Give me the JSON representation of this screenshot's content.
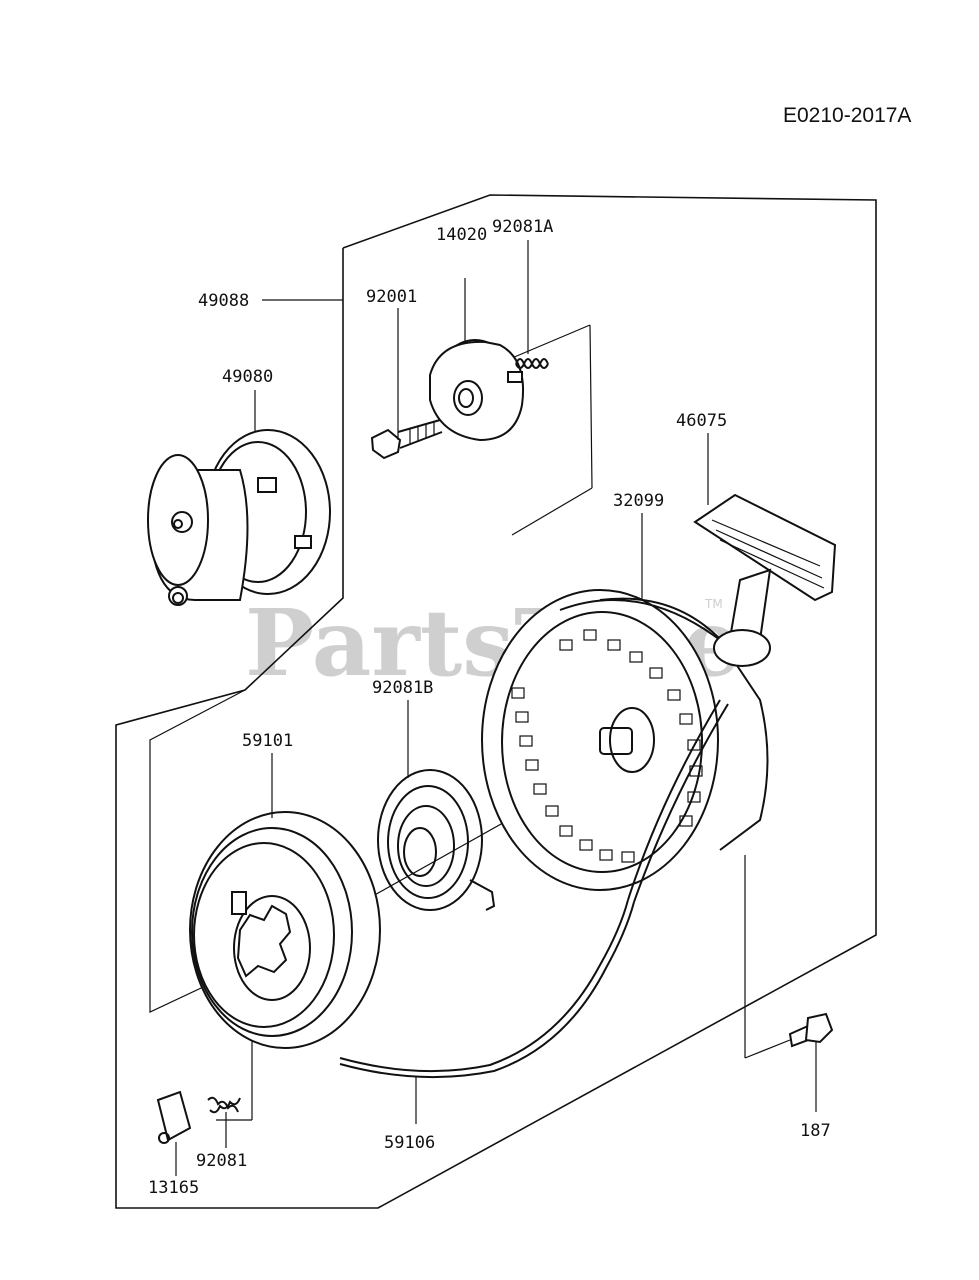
{
  "diagram_code": "E0210-2017A",
  "watermark": "PartsTree",
  "watermark_tm": "TM",
  "parts": [
    {
      "id": "p49088",
      "label": "49088"
    },
    {
      "id": "p49080",
      "label": "49080"
    },
    {
      "id": "p92001",
      "label": "92001"
    },
    {
      "id": "p14020",
      "label": "14020"
    },
    {
      "id": "p92081A",
      "label": "92081A"
    },
    {
      "id": "p46075",
      "label": "46075"
    },
    {
      "id": "p32099",
      "label": "32099"
    },
    {
      "id": "p92081B",
      "label": "92081B"
    },
    {
      "id": "p59101",
      "label": "59101"
    },
    {
      "id": "p187",
      "label": "187"
    },
    {
      "id": "p59106",
      "label": "59106"
    },
    {
      "id": "p92081",
      "label": "92081"
    },
    {
      "id": "p13165",
      "label": "13165"
    }
  ]
}
